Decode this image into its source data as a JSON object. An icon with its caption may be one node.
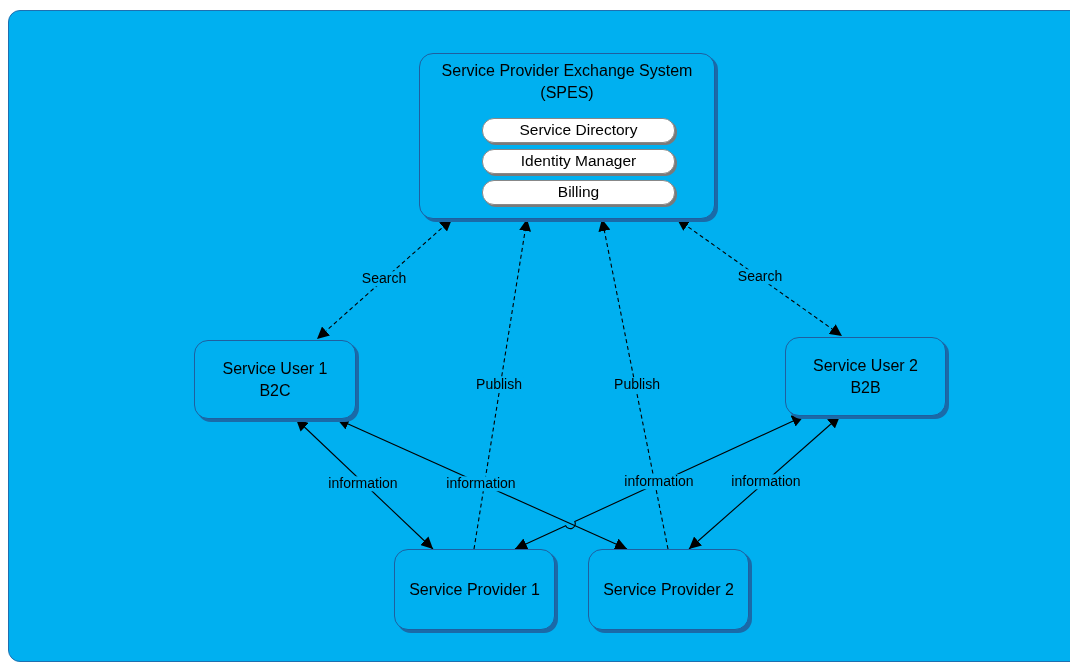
{
  "diagram": {
    "nodes": [
      {
        "text": [
          "Service Provider Exchange System (SPES)"
        ]
      },
      {
        "text": [
          "Service Directory"
        ],
        "in": 0
      },
      {
        "text": [
          "Identity Manager"
        ],
        "in": 0
      },
      {
        "text": [
          "Billing"
        ],
        "in": 0
      },
      {
        "text": [
          "Service User 1 B2C"
        ]
      },
      {
        "text": [
          "Service User 2 B2B"
        ]
      },
      {
        "text": [
          "Service Provider 1"
        ]
      },
      {
        "text": [
          "Service Provider 2"
        ]
      }
    ],
    "edges": [
      {
        "from": 0,
        "to": 4,
        "arrow": "both",
        "label": "Search",
        "style": "dashed"
      },
      {
        "from": 0,
        "to": 5,
        "arrow": "both",
        "label": "Search",
        "style": "dashed"
      },
      {
        "from": 6,
        "to": 0,
        "arrow": "to",
        "label": "Publish",
        "style": "dashed"
      },
      {
        "from": 7,
        "to": 0,
        "arrow": "to",
        "label": "Publish",
        "style": "dashed"
      },
      {
        "from": 4,
        "to": 6,
        "arrow": "both",
        "label": "information"
      },
      {
        "from": 4,
        "to": 7,
        "arrow": "both",
        "label": "information"
      },
      {
        "from": 5,
        "to": 6,
        "arrow": "both",
        "label": "information"
      },
      {
        "from": 5,
        "to": 7,
        "arrow": "both",
        "label": "information"
      }
    ]
  }
}
